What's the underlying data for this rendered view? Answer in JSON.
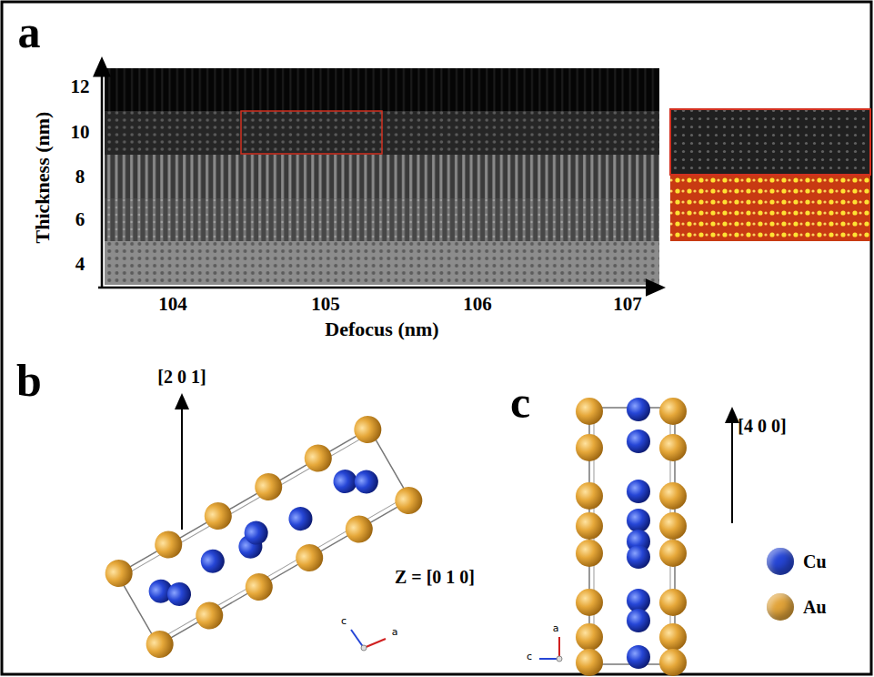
{
  "diagram": {
    "labels": [
      "a",
      "Thickness (nm)",
      "12",
      "10",
      "8",
      "6",
      "4",
      "Defocus (nm)",
      "104",
      "105",
      "106",
      "107",
      "b",
      "[2 0 1]",
      "Z = [0 1 0]",
      "c",
      "a",
      "c",
      "[4 0 0]",
      "a",
      "c"
    ],
    "legend": [
      {
        "text": "Cu",
        "color": "#2646d6"
      },
      {
        "text": "Au",
        "color": "#e2a43a"
      }
    ]
  }
}
